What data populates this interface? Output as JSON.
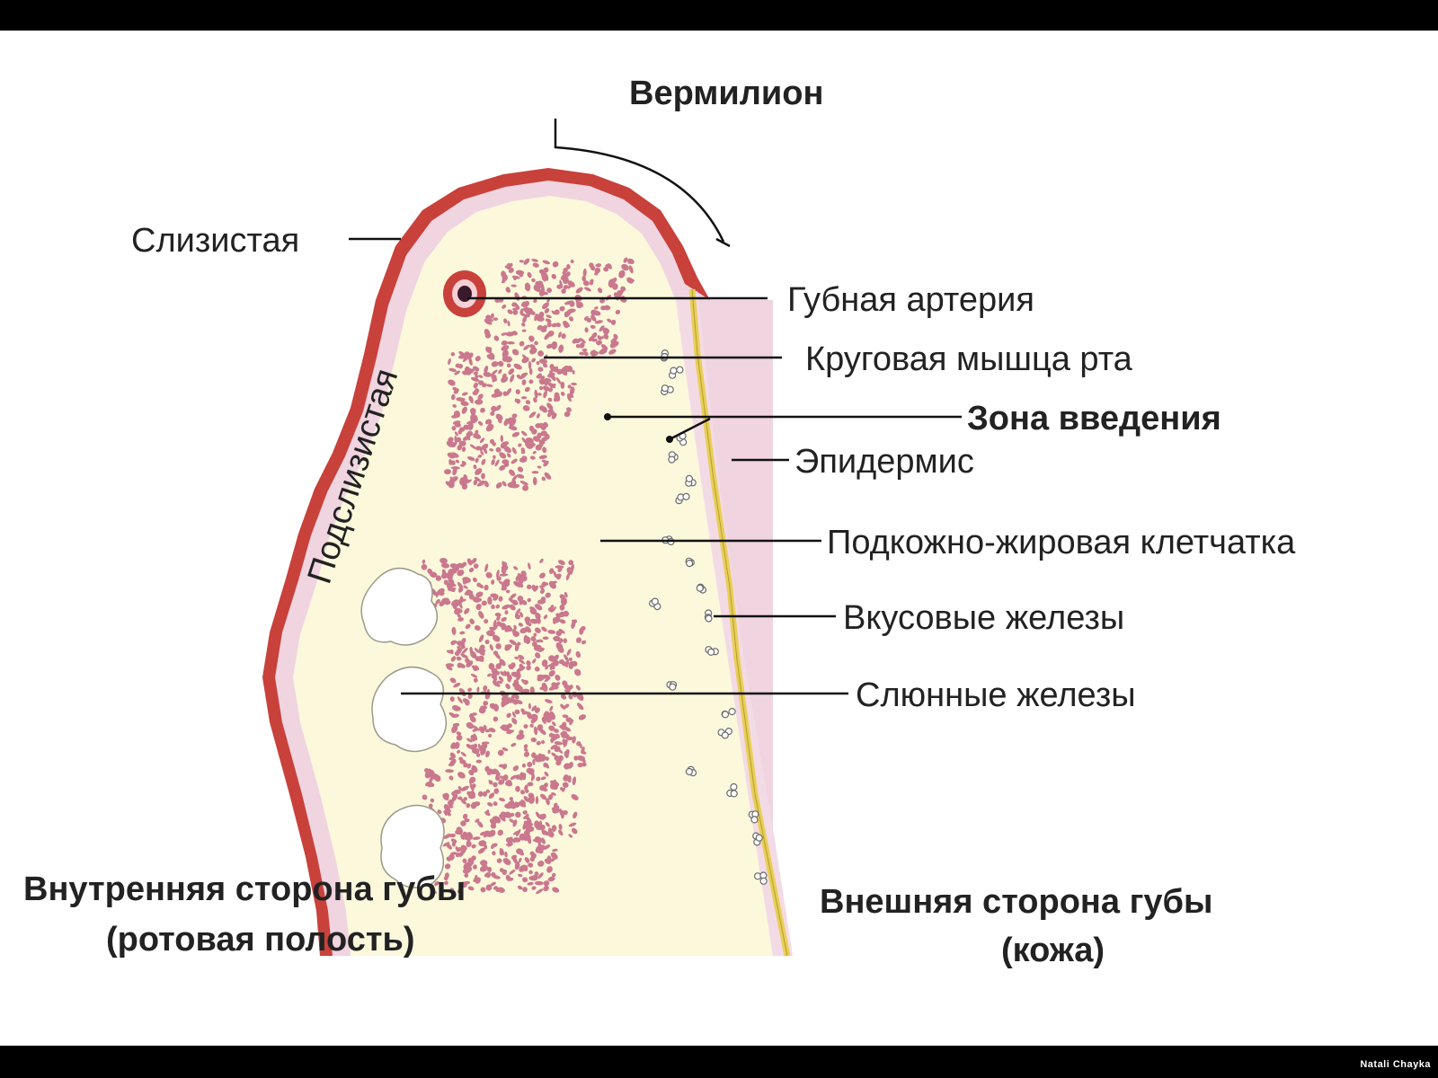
{
  "labels": {
    "vermilion": "Вермилион",
    "mucosa": "Слизистая",
    "submucosa": "Подслизистая",
    "labial_artery": "Губная артерия",
    "orbicularis": "Круговая мышца рта",
    "transition_zone": "Зона введения",
    "epidermis": "Эпидермис",
    "subcutaneous_fat": "Подкожно-жировая клетчатка",
    "taste_glands": "Вкусовые железы",
    "salivary_glands": "Слюнные железы",
    "inner_side_line1": "Внутренняя сторона губы",
    "inner_side_line2": "(ротовая полость)",
    "outer_side_line1": "Внешняя сторона губы",
    "outer_side_line2": "(кожа)"
  },
  "credit": "Natali Chayka",
  "colors": {
    "mucosa_red": "#c8413a",
    "submucosa_pink": "#f0d4e0",
    "lip_body": "#fcf8dc",
    "epidermis_yellow": "#f0dc6c",
    "muscle_pink": "#c9788e"
  }
}
